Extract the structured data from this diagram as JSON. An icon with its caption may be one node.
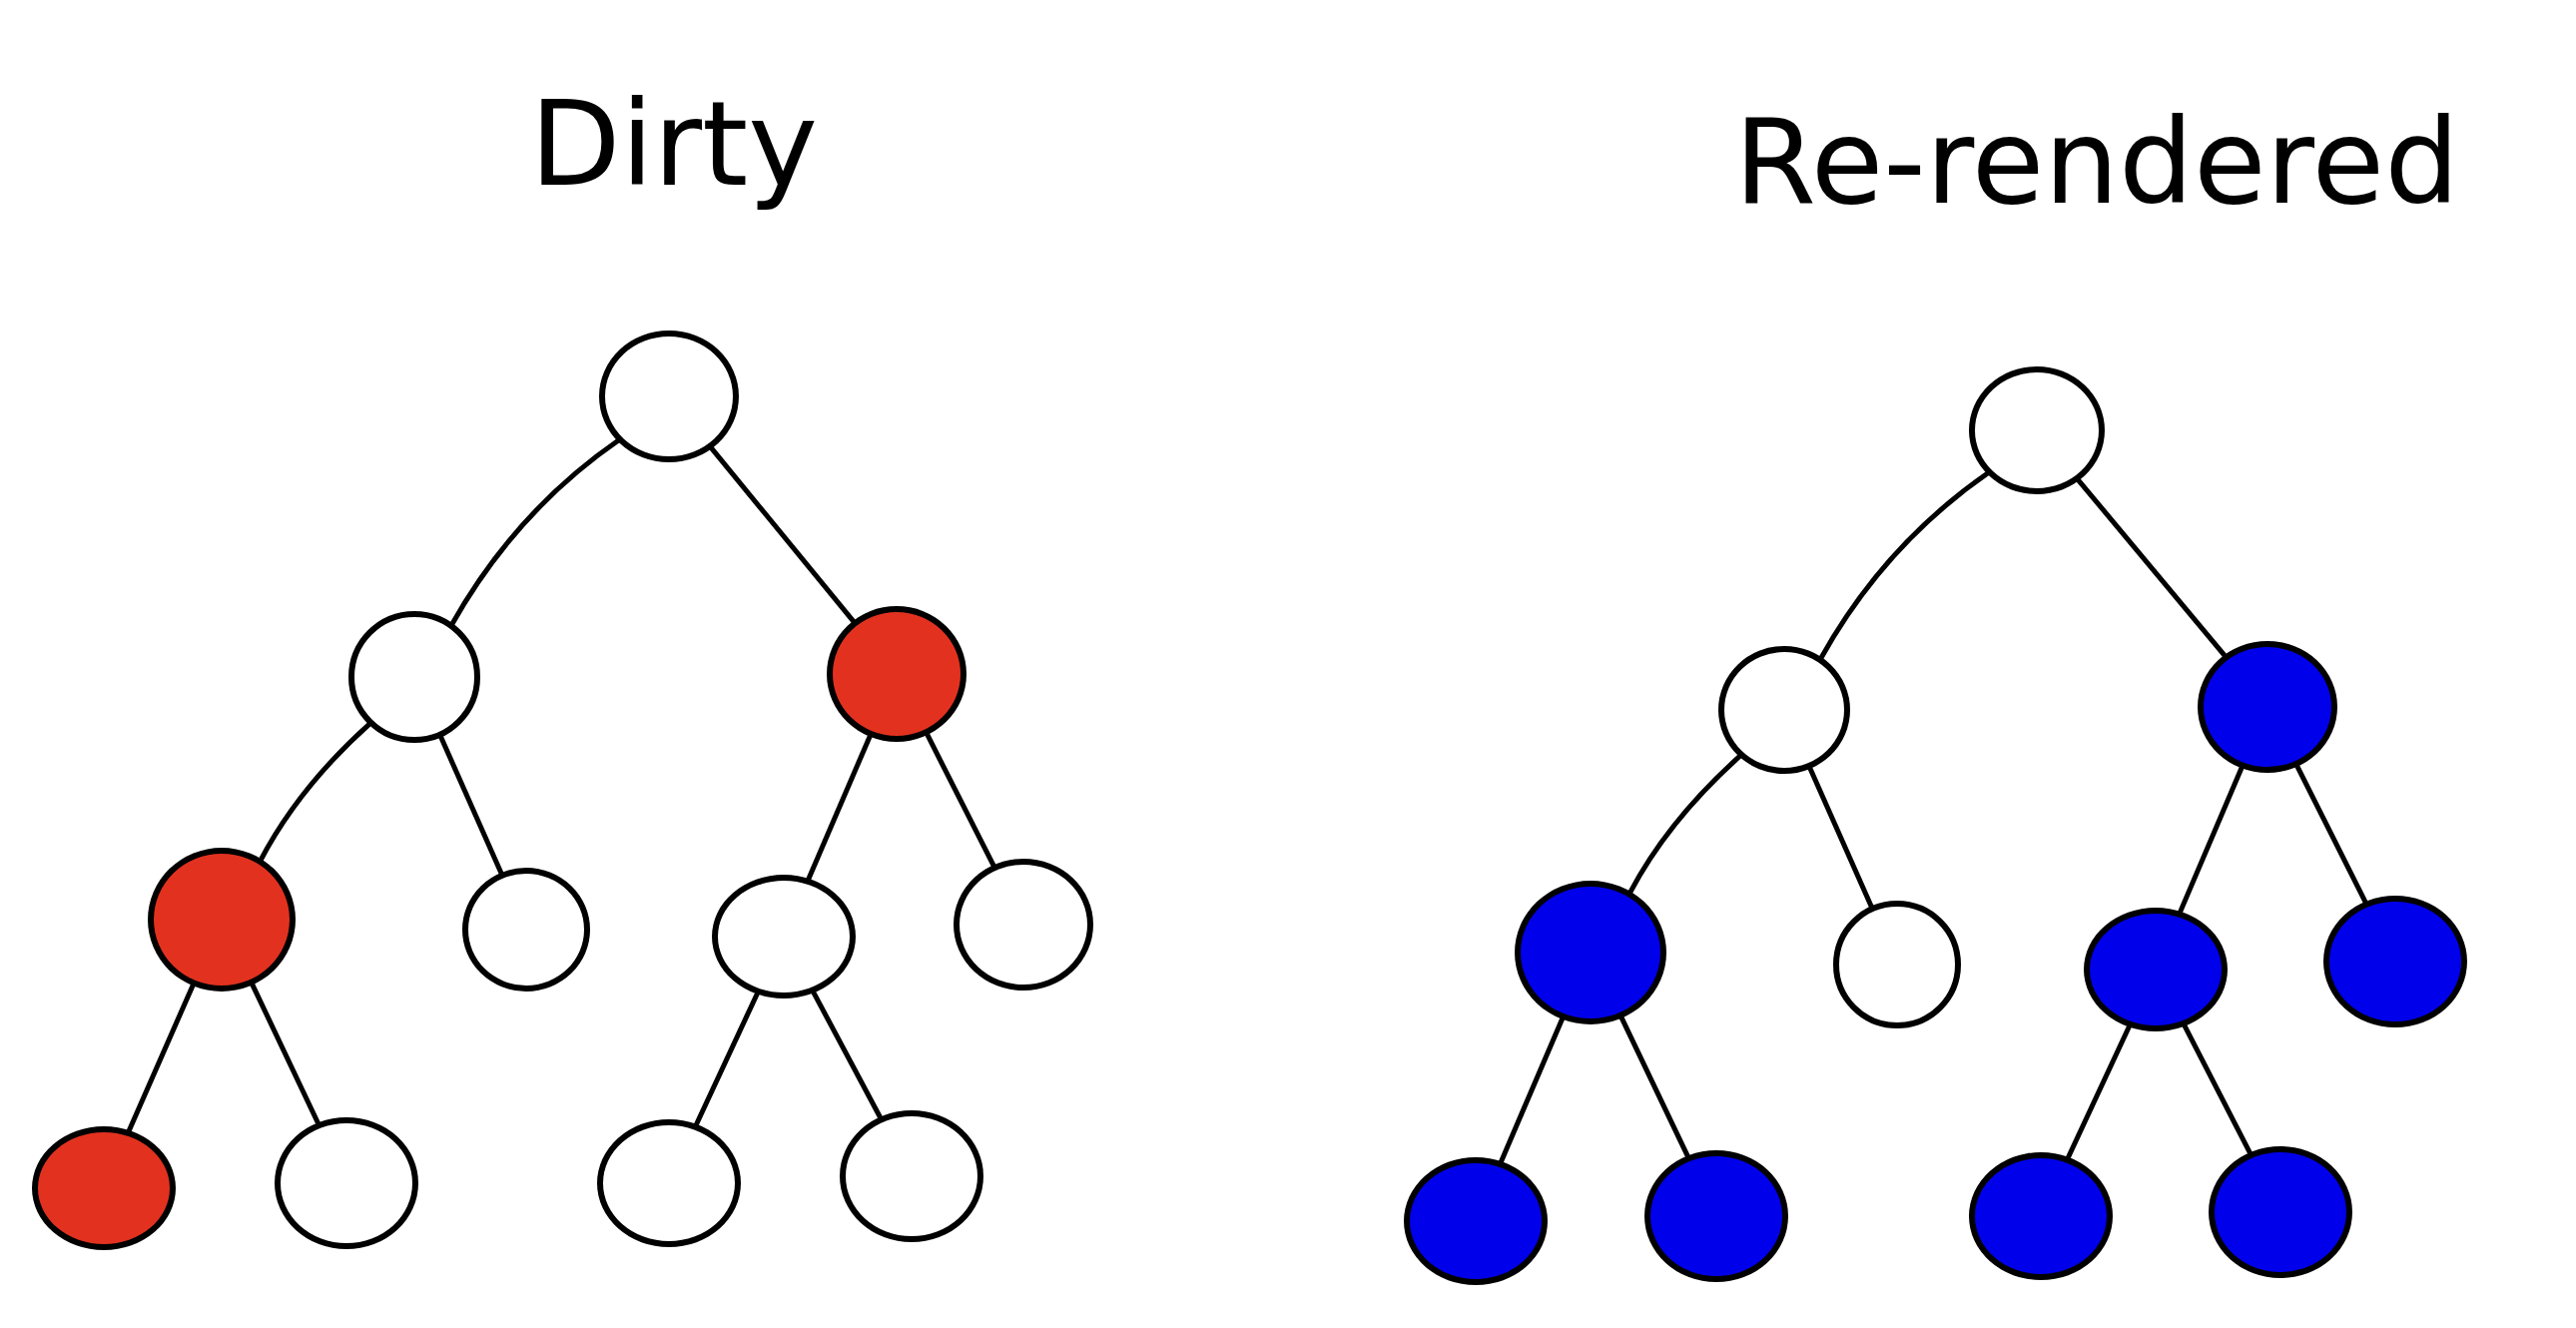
{
  "diagram": {
    "nodes": [
      {
        "text": [],
        "shape": "circle"
      },
      {
        "text": [],
        "shape": "circle"
      },
      {
        "text": [],
        "shape": "circle"
      },
      {
        "text": [],
        "shape": "circle"
      },
      {
        "text": [],
        "shape": "circle"
      },
      {
        "text": [],
        "shape": "circle"
      },
      {
        "text": [],
        "shape": "circle"
      },
      {
        "text": [],
        "shape": "circle"
      },
      {
        "text": [],
        "shape": "circle"
      },
      {
        "text": [],
        "shape": "circle"
      },
      {
        "text": [],
        "shape": "circle"
      },
      {
        "text": [],
        "shape": "circle"
      },
      {
        "text": [],
        "shape": "circle"
      },
      {
        "text": [],
        "shape": "circle"
      },
      {
        "text": [],
        "shape": "circle"
      },
      {
        "text": [],
        "shape": "circle"
      },
      {
        "text": [],
        "shape": "circle"
      },
      {
        "text": [],
        "shape": "circle"
      },
      {
        "text": [],
        "shape": "circle"
      },
      {
        "text": [],
        "shape": "circle"
      },
      {
        "text": [],
        "shape": "circle"
      },
      {
        "text": [],
        "shape": "circle"
      }
    ],
    "edges": [
      {
        "from": 0,
        "to": 1,
        "arrow": "none"
      },
      {
        "from": 0,
        "to": 2,
        "arrow": "none"
      },
      {
        "from": 1,
        "to": 3,
        "arrow": "none"
      },
      {
        "from": 1,
        "to": 4,
        "arrow": "none"
      },
      {
        "from": 2,
        "to": 5,
        "arrow": "none"
      },
      {
        "from": 2,
        "to": 6,
        "arrow": "none"
      },
      {
        "from": 3,
        "to": 7,
        "arrow": "none"
      },
      {
        "from": 3,
        "to": 8,
        "arrow": "none"
      },
      {
        "from": 5,
        "to": 9,
        "arrow": "none"
      },
      {
        "from": 5,
        "to": 10,
        "arrow": "none"
      },
      {
        "from": 11,
        "to": 12,
        "arrow": "none"
      },
      {
        "from": 11,
        "to": 13,
        "arrow": "none"
      },
      {
        "from": 12,
        "to": 14,
        "arrow": "none"
      },
      {
        "from": 12,
        "to": 15,
        "arrow": "none"
      },
      {
        "from": 13,
        "to": 16,
        "arrow": "none"
      },
      {
        "from": 13,
        "to": 17,
        "arrow": "none"
      },
      {
        "from": 14,
        "to": 18,
        "arrow": "none"
      },
      {
        "from": 14,
        "to": 19,
        "arrow": "none"
      },
      {
        "from": 16,
        "to": 20,
        "arrow": "none"
      },
      {
        "from": 16,
        "to": 21,
        "arrow": "none"
      }
    ],
    "labels": [
      "Dirty",
      "Re-rendered"
    ]
  }
}
